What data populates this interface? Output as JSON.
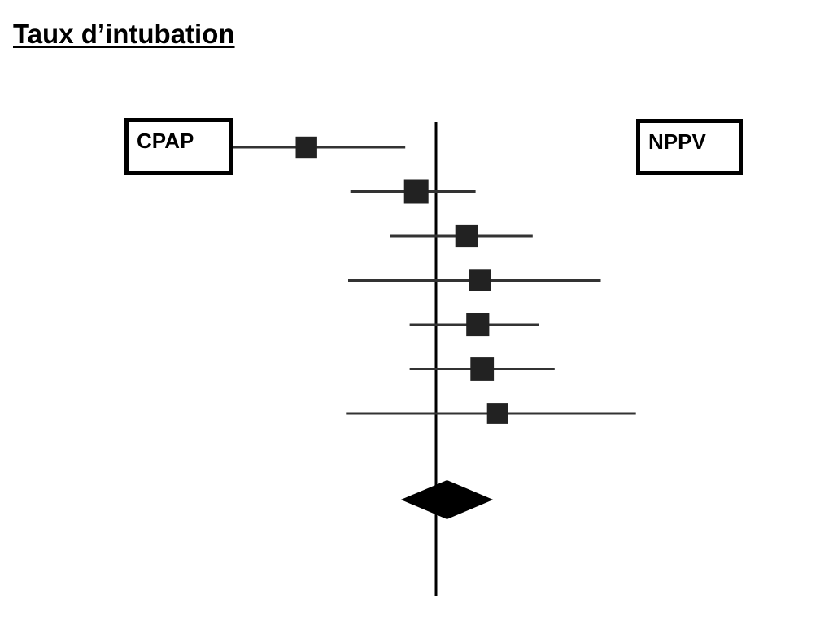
{
  "slide": {
    "title": "Taux d’intubation"
  },
  "chart_data": {
    "type": "forest",
    "title": "Taux d’intubation",
    "left_label": "CPAP",
    "right_label": "NPPV",
    "axis_labels_printed": false,
    "null_line": 1,
    "x_range": [
      0,
      2
    ],
    "studies": [
      {
        "point": 0.41,
        "lower": 0.07,
        "upper": 0.86,
        "weight": 0.7
      },
      {
        "point": 0.91,
        "lower": 0.61,
        "upper": 1.18,
        "weight": 1.0
      },
      {
        "point": 1.14,
        "lower": 0.79,
        "upper": 1.44,
        "weight": 0.85
      },
      {
        "point": 1.2,
        "lower": 0.6,
        "upper": 1.75,
        "weight": 0.7
      },
      {
        "point": 1.19,
        "lower": 0.88,
        "upper": 1.47,
        "weight": 0.85
      },
      {
        "point": 1.21,
        "lower": 0.88,
        "upper": 1.54,
        "weight": 0.9
      },
      {
        "point": 1.28,
        "lower": 0.59,
        "upper": 1.91,
        "weight": 0.65
      }
    ],
    "pooled": {
      "point": 1.05,
      "lower": 0.84,
      "upper": 1.26
    },
    "colors": {
      "ink": "#000000",
      "marker": "#222222",
      "whisker": "#333333",
      "label_border": "#000000",
      "background": "#ffffff"
    }
  }
}
